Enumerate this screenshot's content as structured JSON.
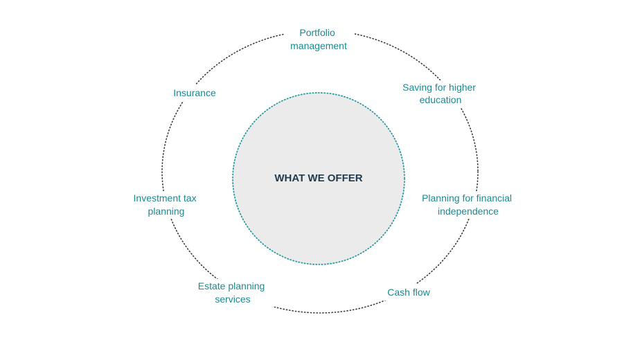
{
  "center": {
    "title": "WHAT WE OFFER"
  },
  "services": [
    {
      "line1": "Portfolio",
      "line2": "management"
    },
    {
      "line1": "Saving for higher",
      "line2": "education"
    },
    {
      "line1": "Planning for financial",
      "line2": "independence"
    },
    {
      "line1": "Cash flow",
      "line2": ""
    },
    {
      "line1": "Estate planning",
      "line2": "services"
    },
    {
      "line1": "Investment tax",
      "line2": "planning"
    },
    {
      "line1": "Insurance",
      "line2": ""
    }
  ],
  "colors": {
    "label_text": "#1b8a93",
    "center_title": "#1f3b4d",
    "center_fill": "#ebebeb",
    "center_border": "#2b9aa0",
    "ring": "#3a3a3a"
  }
}
